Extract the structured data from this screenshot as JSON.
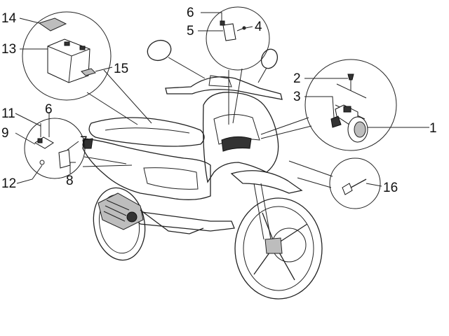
{
  "callouts": [
    {
      "id": "p1",
      "label": "1"
    },
    {
      "id": "p2",
      "label": "2"
    },
    {
      "id": "p3",
      "label": "3"
    },
    {
      "id": "p4",
      "label": "4"
    },
    {
      "id": "p5",
      "label": "5"
    },
    {
      "id": "p6a",
      "label": "6"
    },
    {
      "id": "p6b",
      "label": "6"
    },
    {
      "id": "p7",
      "label": "7"
    },
    {
      "id": "p8",
      "label": "8"
    },
    {
      "id": "p9",
      "label": "9"
    },
    {
      "id": "p11",
      "label": "11"
    },
    {
      "id": "p12",
      "label": "12"
    },
    {
      "id": "p13",
      "label": "13"
    },
    {
      "id": "p14",
      "label": "14"
    },
    {
      "id": "p15",
      "label": "15"
    },
    {
      "id": "p16",
      "label": "16"
    }
  ]
}
